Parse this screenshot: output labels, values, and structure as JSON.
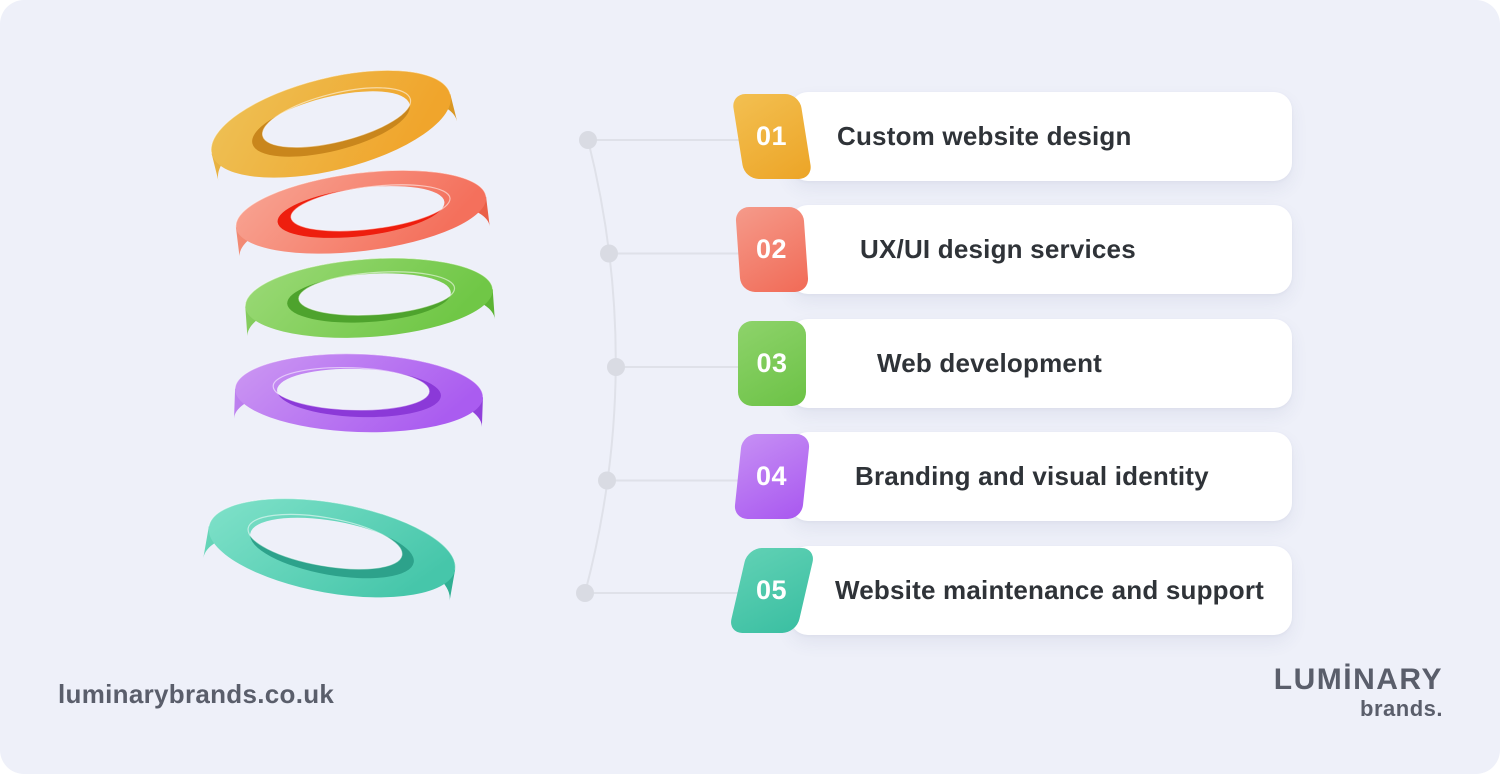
{
  "background": "#eef0f9",
  "colors": {
    "label_text": "#2f3338",
    "number_text": "#ffffff",
    "card": "#ffffff",
    "footer_text": "#5a5e6b"
  },
  "connector": {
    "line": "#dfe1e9",
    "dot": "#d9dbe3"
  },
  "items": [
    {
      "number": "01",
      "label": "Custom website design",
      "accent_light": "#f3c052",
      "accent": "#eca426"
    },
    {
      "number": "02",
      "label": "UX/UI design services",
      "accent_light": "#f59b8b",
      "accent": "#f16a56"
    },
    {
      "number": "03",
      "label": "Web development",
      "accent_light": "#8ed36b",
      "accent": "#6cc246"
    },
    {
      "number": "04",
      "label": "Branding and visual identity",
      "accent_light": "#c68ff4",
      "accent": "#a958f0"
    },
    {
      "number": "05",
      "label": "Website maintenance and support",
      "accent_light": "#60d1b4",
      "accent": "#3bbfa2"
    }
  ],
  "rings": [
    {
      "name": "yellow",
      "light": "#edc257",
      "main": "#f0a52c",
      "side_light": "#e8b242",
      "side": "#d99723",
      "wall": "#c9861c"
    },
    {
      "name": "coral",
      "light": "#f8a695",
      "main": "#f4705c",
      "side_light": "#f28a74",
      "side": "#ea6048",
      "wall": "#ee1e0e"
    },
    {
      "name": "green",
      "light": "#9cda78",
      "main": "#70c746",
      "side_light": "#85cc5e",
      "side": "#5cb434",
      "wall": "#4ea32d"
    },
    {
      "name": "purple",
      "light": "#cd9af3",
      "main": "#aa5cf0",
      "side_light": "#bd80ef",
      "side": "#9040da",
      "wall": "#8b39d8"
    },
    {
      "name": "teal",
      "light": "#83e3cb",
      "main": "#46c6aa",
      "side_light": "#65d5b8",
      "side": "#30af93",
      "wall": "#2da28b"
    }
  ],
  "footer": {
    "website": "luminarybrands.co.uk",
    "brand_name": "LUMİNARY",
    "brand_sub": "brands."
  }
}
